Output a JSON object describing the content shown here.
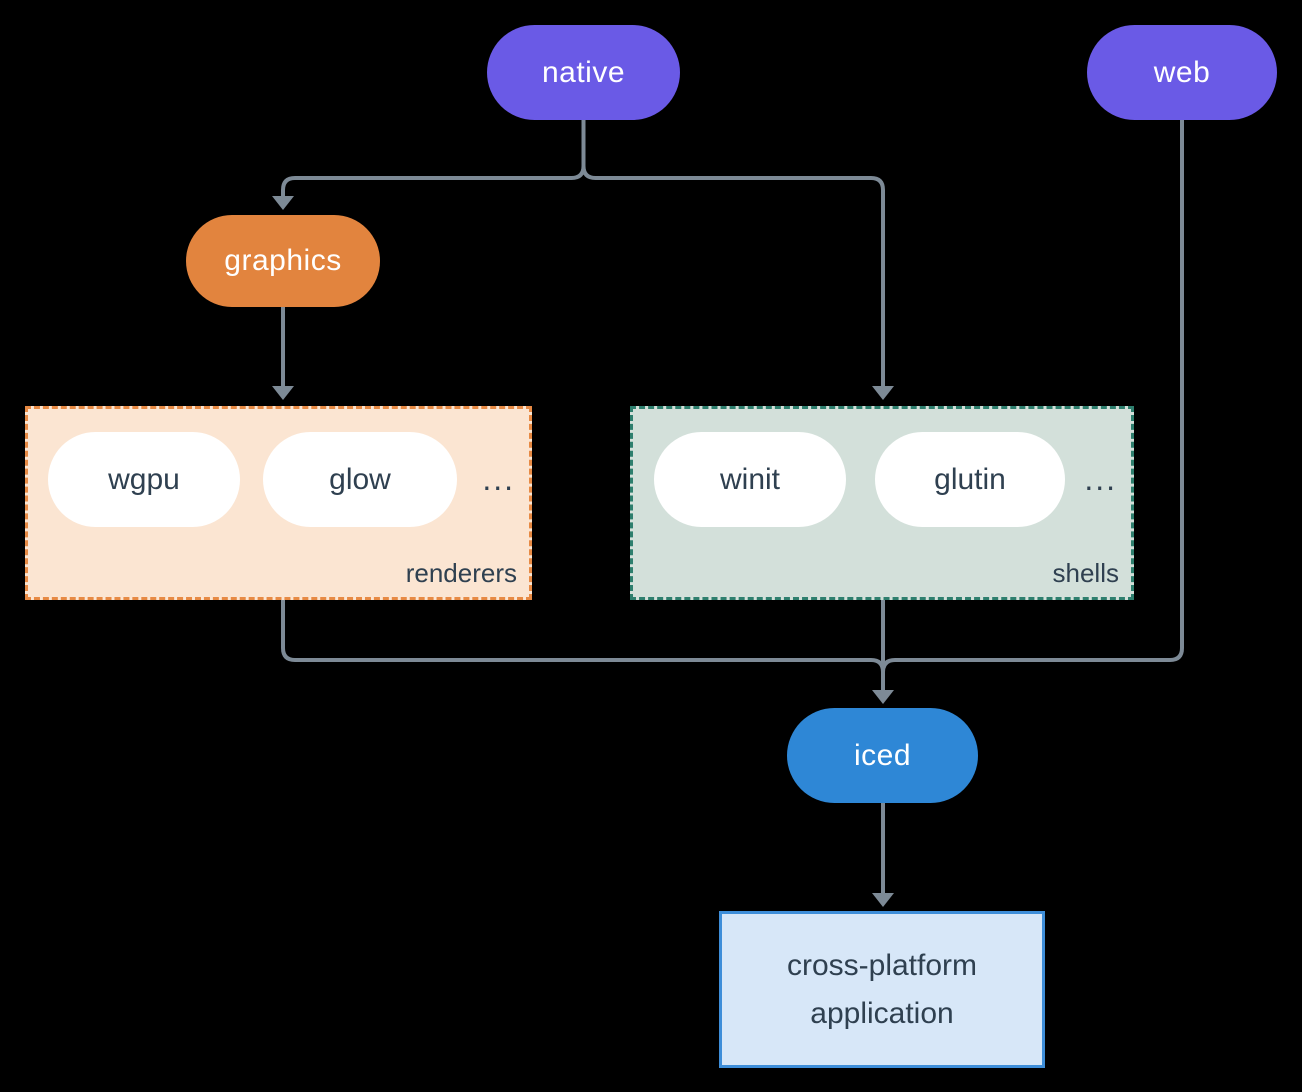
{
  "nodes": {
    "native": {
      "label": "native"
    },
    "web": {
      "label": "web"
    },
    "graphics": {
      "label": "graphics"
    },
    "iced": {
      "label": "iced"
    },
    "application": {
      "label": "cross-platform application"
    }
  },
  "groups": {
    "renderers": {
      "label": "renderers",
      "items": [
        "wgpu",
        "glow"
      ],
      "ellipsis": "..."
    },
    "shells": {
      "label": "shells",
      "items": [
        "winit",
        "glutin"
      ],
      "ellipsis": "..."
    }
  },
  "edges": [
    {
      "from": "native",
      "to": "graphics"
    },
    {
      "from": "native",
      "to": "shells"
    },
    {
      "from": "graphics",
      "to": "renderers"
    },
    {
      "from": "renderers",
      "to": "iced"
    },
    {
      "from": "shells",
      "to": "iced"
    },
    {
      "from": "web",
      "to": "iced"
    },
    {
      "from": "iced",
      "to": "application"
    }
  ],
  "theme": {
    "colors": {
      "bg": "#000000",
      "purple": "#6a5ae6",
      "orange": "#e2843e",
      "blue": "#2e87d6",
      "white": "#ffffff",
      "slate-text": "#2f4050",
      "line": "#7d8a96",
      "renderers-fill": "#fbe5d2",
      "renderers-border": "#e78a44",
      "shells-fill": "#d3e0da",
      "shells-border": "#2e7f6e",
      "app-fill": "#d7e7f8",
      "app-border": "#3e8ed9"
    }
  }
}
